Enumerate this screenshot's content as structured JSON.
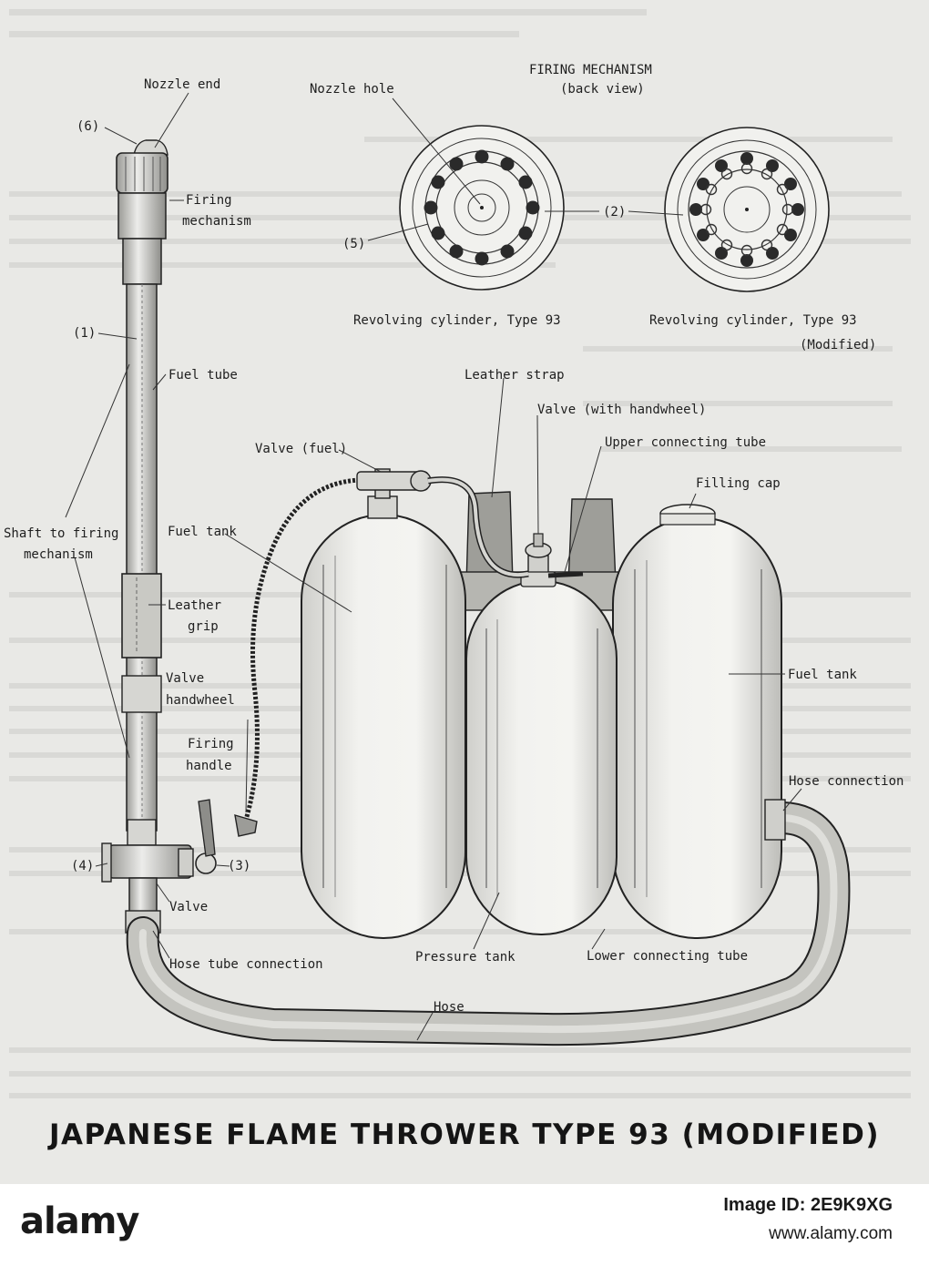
{
  "diagram": {
    "title": "JAPANESE FLAME THROWER TYPE 93 (MODIFIED)",
    "inset": {
      "heading": "FIRING MECHANISM",
      "subheading": "(back view)",
      "nozzle_hole": "Nozzle hole",
      "callout_2": "(2)",
      "callout_5": "(5)",
      "caption_left": "Revolving cylinder, Type 93",
      "caption_right": "Revolving cylinder, Type 93",
      "caption_right_2": "(Modified)"
    },
    "labels": {
      "nozzle_end": "Nozzle end",
      "callout_6": "(6)",
      "firing_mechanism_1": "Firing",
      "firing_mechanism_2": "mechanism",
      "callout_1": "(1)",
      "fuel_tube": "Fuel tube",
      "shaft_1": "Shaft to firing",
      "shaft_2": "mechanism",
      "leather_grip_1": "Leather",
      "leather_grip_2": "grip",
      "valve_handwheel_1": "Valve",
      "valve_handwheel_2": "handwheel",
      "firing_handle_1": "Firing",
      "firing_handle_2": "handle",
      "callout_4": "(4)",
      "callout_3": "(3)",
      "valve": "Valve",
      "hose_tube_connection": "Hose tube connection",
      "fuel_tank_left": "Fuel tank",
      "valve_fuel": "Valve (fuel)",
      "leather_strap": "Leather strap",
      "valve_handwheel_top": "Valve (with handwheel)",
      "upper_connecting_tube": "Upper connecting tube",
      "filling_cap": "Filling cap",
      "fuel_tank_right": "Fuel tank",
      "hose_connection": "Hose connection",
      "pressure_tank": "Pressure tank",
      "lower_connecting_tube": "Lower connecting tube",
      "hose": "Hose"
    }
  },
  "footer": {
    "brand": "alamy",
    "image_id": "Image ID: 2E9K9XG",
    "url": "www.alamy.com"
  },
  "colors": {
    "paper": "#e9e9e6",
    "ink": "#1e1e1e"
  }
}
